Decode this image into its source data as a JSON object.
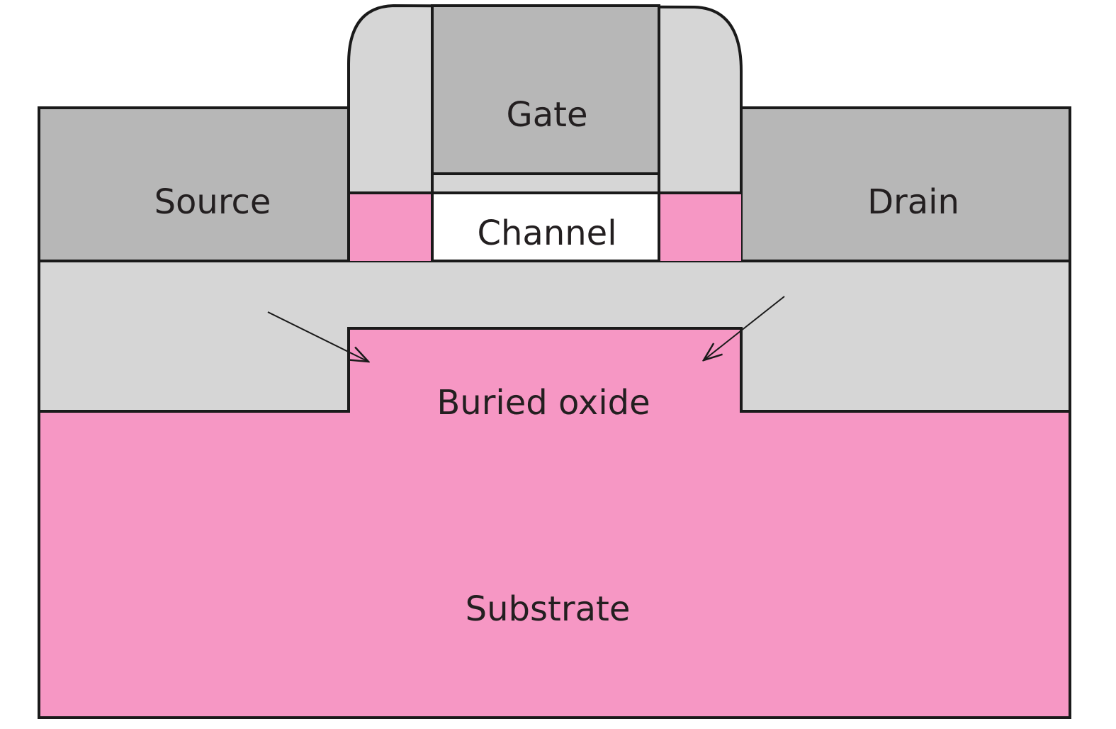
{
  "labels": {
    "gate": "Gate",
    "source": "Source",
    "drain": "Drain",
    "channel": "Channel",
    "buried_oxide": "Buried oxide",
    "substrate": "Substrate"
  },
  "colors": {
    "contact_gray": "#b7b7b7",
    "light_gray": "#d6d6d6",
    "pink": "#f697c4",
    "channel_white": "#ffffff",
    "outline": "#1a1a1a",
    "text": "#231f20"
  }
}
